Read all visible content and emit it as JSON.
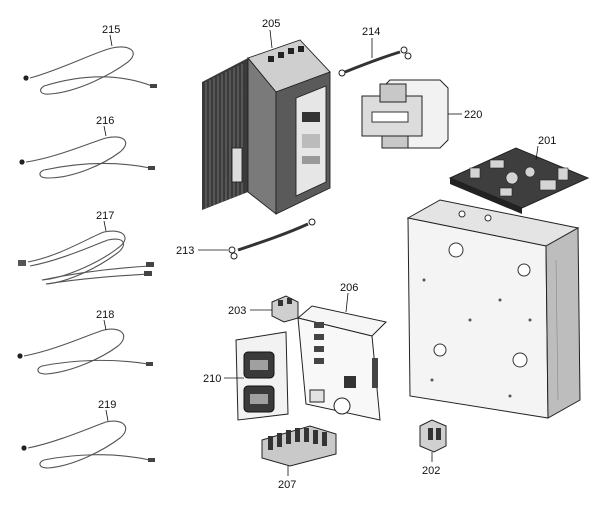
{
  "parts": [
    {
      "id": "p215",
      "label": "215",
      "kind": "wire-loop"
    },
    {
      "id": "p216",
      "label": "216",
      "kind": "wire-loop"
    },
    {
      "id": "p217",
      "label": "217",
      "kind": "wire-harness"
    },
    {
      "id": "p218",
      "label": "218",
      "kind": "wire-loop"
    },
    {
      "id": "p219",
      "label": "219",
      "kind": "wire-loop"
    },
    {
      "id": "p205",
      "label": "205",
      "kind": "heatsink-module"
    },
    {
      "id": "p214",
      "label": "214",
      "kind": "jumper-cable"
    },
    {
      "id": "p220",
      "label": "220",
      "kind": "transformer"
    },
    {
      "id": "p201",
      "label": "201",
      "kind": "circuit-board"
    },
    {
      "id": "p213",
      "label": "213",
      "kind": "jumper-cable"
    },
    {
      "id": "p203",
      "label": "203",
      "kind": "connector"
    },
    {
      "id": "p206",
      "label": "206",
      "kind": "control-board"
    },
    {
      "id": "p210",
      "label": "210",
      "kind": "transformer-board"
    },
    {
      "id": "p207",
      "label": "207",
      "kind": "terminal-block"
    },
    {
      "id": "p202",
      "label": "202",
      "kind": "small-switch"
    },
    {
      "id": "p209",
      "label": "",
      "kind": "enclosure"
    }
  ],
  "colors": {
    "line": "#111111",
    "metal": "#d9d9d9",
    "shadow": "#8a8a8a",
    "dark": "#2b2b2b"
  }
}
